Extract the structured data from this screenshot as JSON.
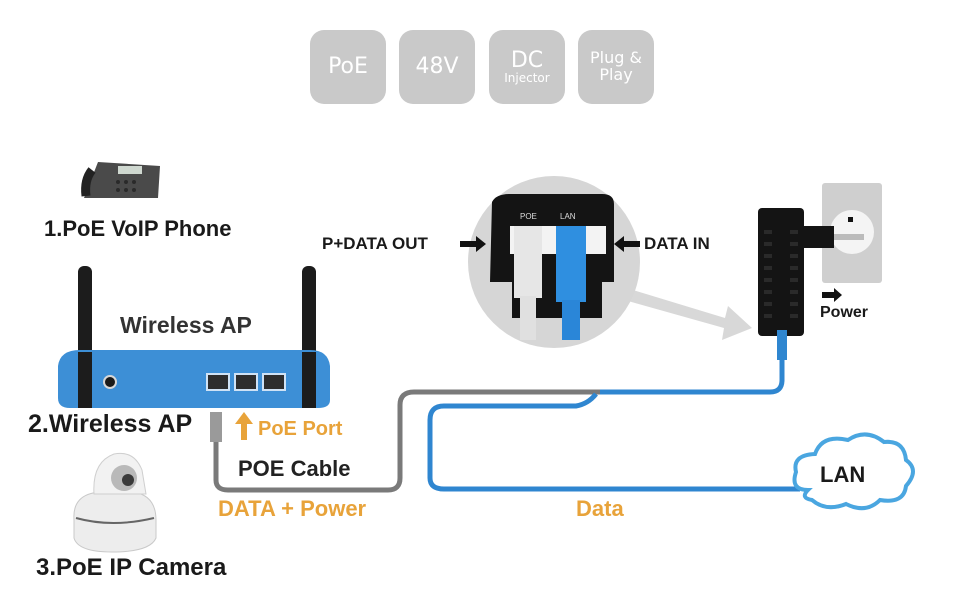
{
  "badges": [
    {
      "line1": "PoE",
      "line2": ""
    },
    {
      "line1": "48V",
      "line2": ""
    },
    {
      "line1": "DC",
      "line2": "Injector"
    },
    {
      "line1": "Plug &",
      "line2": "Play"
    }
  ],
  "devices": {
    "phone_label": "1.PoE VoIP Phone",
    "ap_caption": "Wireless AP",
    "ap_label": "2.Wireless AP",
    "camera_label": "3.PoE IP Camera"
  },
  "injector": {
    "port_poe": "POE",
    "port_lan": "LAN",
    "out_label": "P+DATA OUT",
    "in_label": "DATA IN",
    "power_label": "Power"
  },
  "cables": {
    "poe_port": "PoE Port",
    "poe_cable": "POE Cable",
    "data_power": "DATA + Power",
    "data": "Data",
    "lan": "LAN"
  },
  "colors": {
    "badge": "#c9c9c9",
    "orange": "#e8a33a",
    "blue_cable": "#2f86d0",
    "gray_cable": "#7a7a7a",
    "ap_body": "#3d8fd6"
  }
}
